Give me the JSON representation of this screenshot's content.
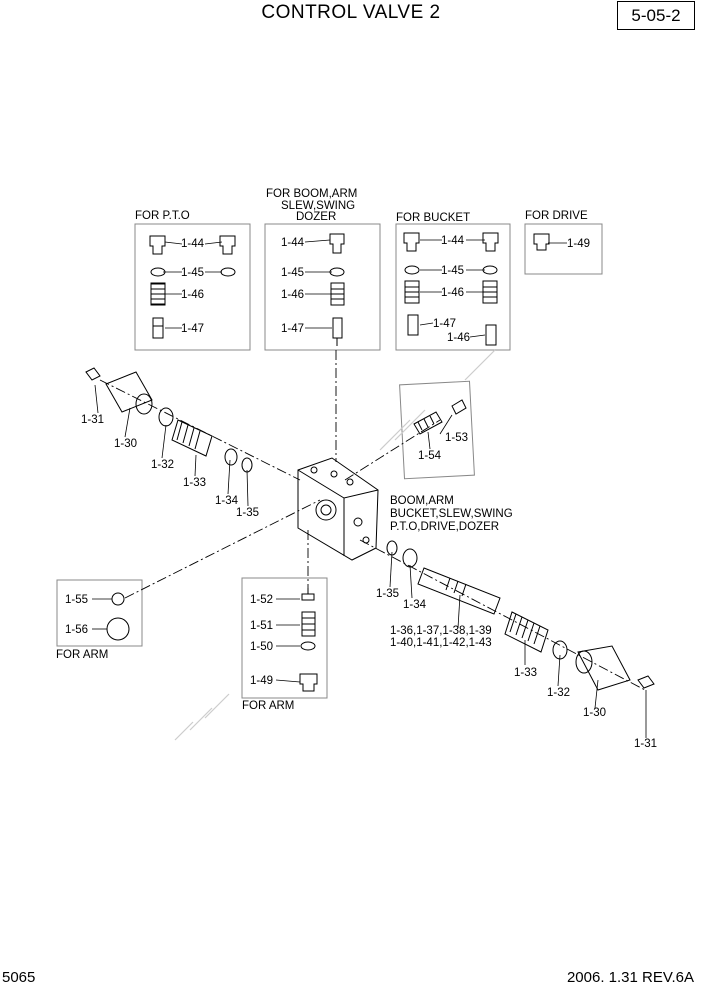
{
  "header": {
    "title": "CONTROL VALVE 2",
    "page_ref": "5-05-2"
  },
  "footer": {
    "left": "5065",
    "right": "2006. 1.31  REV.6A"
  },
  "groups": {
    "pto": {
      "title": "FOR P.T.O",
      "parts": [
        "1-44",
        "1-45",
        "1-46",
        "1-47"
      ]
    },
    "boom": {
      "title_lines": [
        "FOR BOOM,ARM",
        "SLEW,SWING",
        "DOZER"
      ],
      "parts": [
        "1-44",
        "1-45",
        "1-46",
        "1-47"
      ]
    },
    "bucket": {
      "title": "FOR BUCKET",
      "parts": [
        "1-44",
        "1-45",
        "1-46",
        "1-47",
        "1-46"
      ]
    },
    "drive": {
      "title": "FOR DRIVE",
      "parts": [
        "1-49"
      ]
    },
    "arm_small": {
      "title": "FOR ARM",
      "parts": [
        "1-55",
        "1-56"
      ]
    },
    "arm_large": {
      "title": "FOR ARM",
      "parts": [
        "1-52",
        "1-51",
        "1-50",
        "1-49"
      ]
    }
  },
  "callouts": {
    "left_assembly": [
      "1-31",
      "1-30",
      "1-32",
      "1-33",
      "1-34",
      "1-35"
    ],
    "relief": [
      "1-53",
      "1-54"
    ],
    "body_note": [
      "BOOM,ARM",
      "BUCKET,SLEW,SWING",
      "P.T.O,DRIVE,DOZER"
    ],
    "right_assembly": [
      "1-35",
      "1-34",
      "1-33",
      "1-32",
      "1-30",
      "1-31"
    ],
    "spool_lines": [
      "1-36,1-37,1-38,1-39",
      "1-40,1-41,1-42,1-43"
    ]
  }
}
